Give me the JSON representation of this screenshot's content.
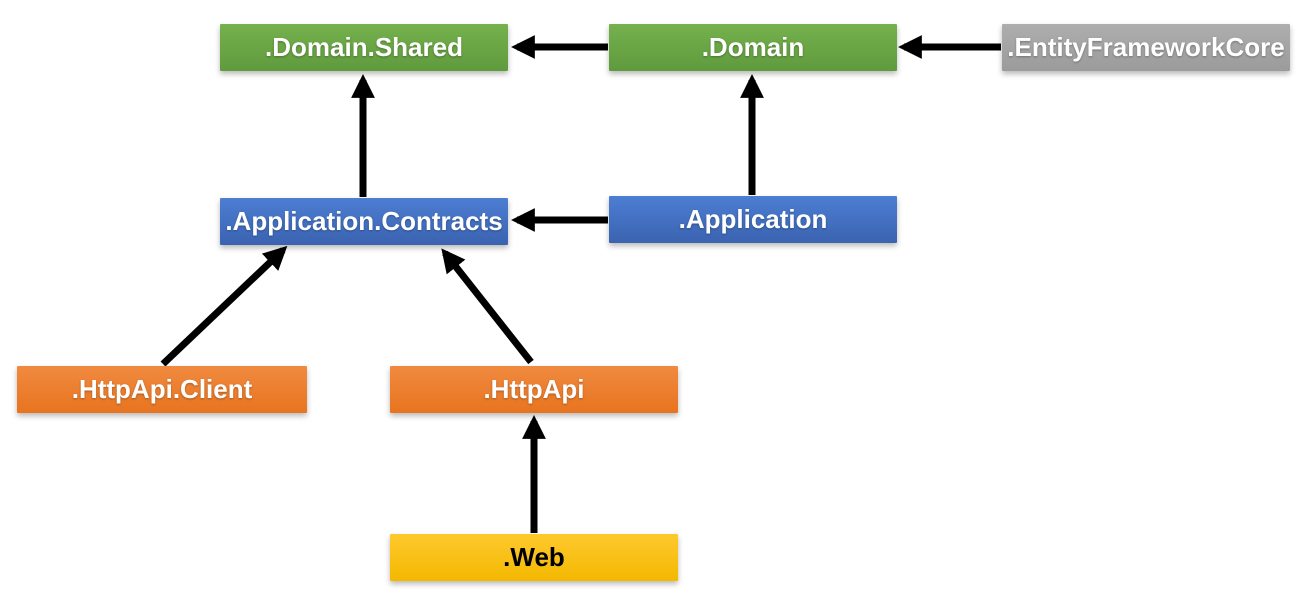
{
  "diagram": {
    "nodes": [
      {
        "id": "domain-shared",
        "label": ".Domain.Shared",
        "color": "green"
      },
      {
        "id": "domain",
        "label": ".Domain",
        "color": "green"
      },
      {
        "id": "entity-framework-core",
        "label": ".EntityFrameworkCore",
        "color": "gray"
      },
      {
        "id": "application-contracts",
        "label": ".Application.Contracts",
        "color": "blue"
      },
      {
        "id": "application",
        "label": ".Application",
        "color": "blue"
      },
      {
        "id": "http-api-client",
        "label": ".HttpApi.Client",
        "color": "orange"
      },
      {
        "id": "http-api",
        "label": ".HttpApi",
        "color": "orange"
      },
      {
        "id": "web",
        "label": ".Web",
        "color": "yellow"
      }
    ],
    "edges": [
      {
        "from": ".Domain",
        "to": ".Domain.Shared"
      },
      {
        "from": ".EntityFrameworkCore",
        "to": ".Domain"
      },
      {
        "from": ".Application.Contracts",
        "to": ".Domain.Shared"
      },
      {
        "from": ".Application",
        "to": ".Domain"
      },
      {
        "from": ".Application",
        "to": ".Application.Contracts"
      },
      {
        "from": ".HttpApi.Client",
        "to": ".Application.Contracts"
      },
      {
        "from": ".HttpApi",
        "to": ".Application.Contracts"
      },
      {
        "from": ".Web",
        "to": ".HttpApi"
      }
    ],
    "palette": {
      "green_top": "#76b14e",
      "green_bottom": "#5f9a3d",
      "blue_top": "#4d7ed3",
      "blue_bottom": "#3a63b0",
      "gray_top": "#aeaeae",
      "gray_bottom": "#9b9b9b",
      "orange_top": "#f08a40",
      "orange_bottom": "#e8741f",
      "yellow_top": "#fec92e",
      "yellow_bottom": "#f4b800",
      "arrow": "#000000",
      "box_text": "#ffffff",
      "web_text": "#000000"
    }
  }
}
